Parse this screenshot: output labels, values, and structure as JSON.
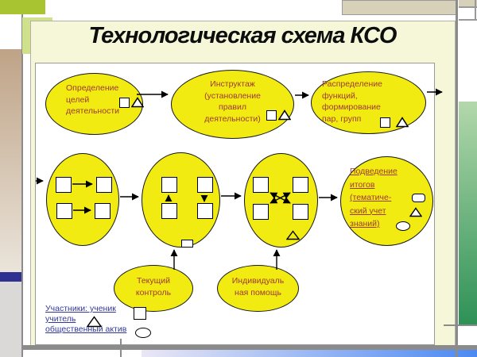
{
  "title": "Технологическая схема КСО",
  "nodes": {
    "goal": {
      "label": "Определение\nцелей\nдеятельности"
    },
    "briefing": {
      "label": "Инструктаж\n(установление\nправил\nдеятельности)"
    },
    "distribution": {
      "label": "Распределение\nфункций,\nформирование\nпар, групп"
    },
    "summary": {
      "label": "Подведение\nитогов\n(тематиче-\nский учет\nзнаний)"
    },
    "current_control": {
      "label": "Текущий\nконтроль"
    },
    "individual_help": {
      "label": "Индивидуаль\nная помощь"
    }
  },
  "legend": {
    "student": {
      "label": "Участники: ученик",
      "symbol": "square"
    },
    "teacher": {
      "label": "учитель",
      "symbol": "triangle"
    },
    "activists": {
      "label": "общественный актив",
      "symbol": "oval"
    }
  },
  "colors": {
    "node_fill": "#f2eb12",
    "node_text": "#9c3a31",
    "legend_text": "#32389b",
    "accent_lime": "#a8c430",
    "accent_green_square": "#cfe18c",
    "title_panel": "#f6f6d8",
    "left_column_tan": "#bfa387",
    "navy_bar": "#2f3192",
    "right_bar_green_top": "#b3d8ab",
    "right_bar_green_bottom": "#2d9156",
    "bottom_bar_blue": "#4b89f2",
    "top_right_tan": "#d7d1b9"
  }
}
